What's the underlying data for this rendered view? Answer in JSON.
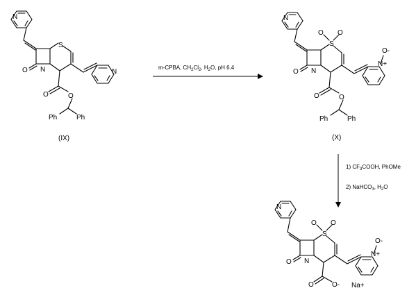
{
  "compound_ix": {
    "caption": "(IX)",
    "atoms": {
      "s": "S",
      "n_lactam": "N",
      "o_lactam": "O",
      "n_pyr_a": "N",
      "n_pyr_b": "N",
      "o_ester_a": "O",
      "o_ester_b": "O",
      "ph_left": "Ph",
      "ph_right": "Ph"
    }
  },
  "compound_x": {
    "caption": "(X)",
    "atoms": {
      "s": "S",
      "o_sulfone_a": "O",
      "o_sulfone_b": "O",
      "n_lactam": "N",
      "o_lactam": "O",
      "n_pyr_a": "N",
      "n_oxide": "N+",
      "o_oxide": "O-",
      "o_ester_a": "O",
      "o_ester_b": "O",
      "ph_left": "Ph",
      "ph_right": "Ph"
    }
  },
  "product": {
    "atoms": {
      "s": "S",
      "o_sulfone_a": "O",
      "o_sulfone_b": "O",
      "n_lactam": "N",
      "o_lactam": "O",
      "n_pyr_a": "N",
      "n_oxide": "N+",
      "o_oxide": "O-",
      "o_carboxylate": "O",
      "o_carboxylate_minus": "O-",
      "counterion": "Na+"
    }
  },
  "arrow_1": {
    "line_prefix": "m-CPBA, CH",
    "sub_a": "2",
    "line_cl": "Cl",
    "sub_b": "2",
    "line_h": ", H",
    "sub_c": "2",
    "line_suffix": "O, pH 6.4"
  },
  "arrow_2": {
    "step1_prefix": "1) CF",
    "step1_sub": "3",
    "step1_suffix": "COOH, PhOMe",
    "step2_prefix": "2) NaHCO",
    "step2_sub": "3",
    "step2_suffix": ", H",
    "step2_sub2": "2",
    "step2_end": "O"
  }
}
